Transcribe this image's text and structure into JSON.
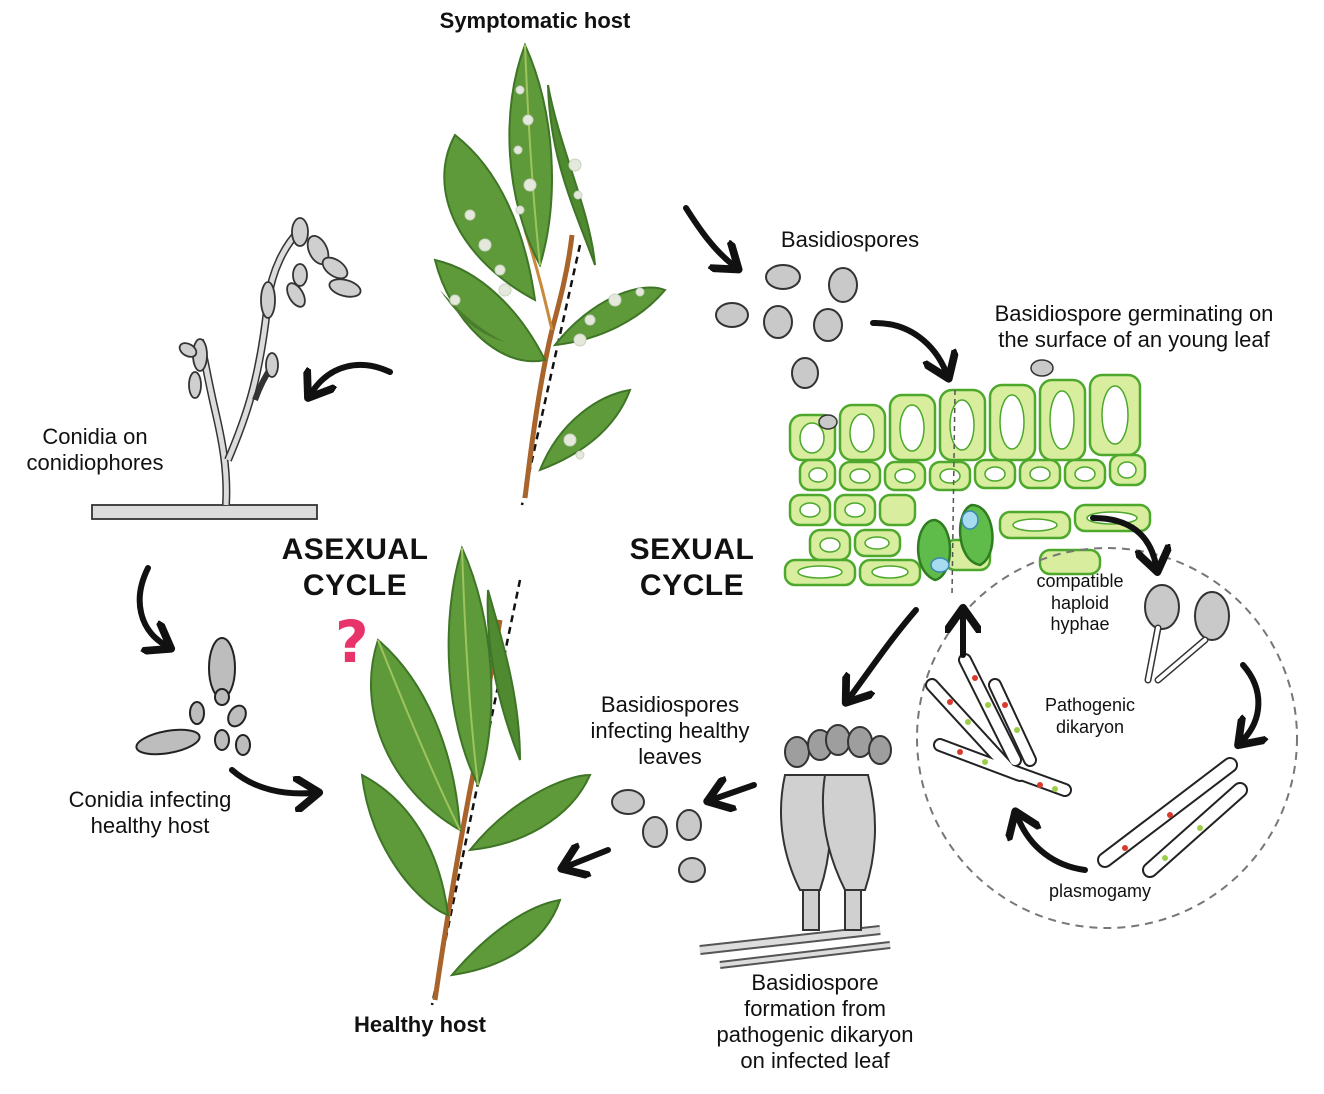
{
  "labels": {
    "symptomatic_host": "Symptomatic host",
    "healthy_host": "Healthy host",
    "conidia_on_conidiophores": [
      "Conidia on",
      "conidiophores"
    ],
    "conidia_infecting": [
      "Conidia infecting",
      "healthy host"
    ],
    "asexual_cycle": [
      "ASEXUAL",
      "CYCLE"
    ],
    "sexual_cycle": [
      "SEXUAL",
      "CYCLE"
    ],
    "question_mark": "?",
    "basidiospores": "Basidiospores",
    "germinating": [
      "Basidiospore germinating on",
      "the surface of an young leaf"
    ],
    "compatible_hyphae": [
      "compatible",
      "haploid",
      "hyphae"
    ],
    "pathogenic_dikaryon": [
      "Pathogenic",
      "dikaryon"
    ],
    "plasmogamy": "plasmogamy",
    "infecting_healthy_leaves": [
      "Basidiospores",
      "infecting healthy",
      "leaves"
    ],
    "basidiospore_formation": [
      "Basidiospore",
      "formation from",
      "pathogenic dikaryon",
      "on infected leaf"
    ]
  },
  "colors": {
    "leaf_green": "#5e9a3a",
    "leaf_dark": "#3f7526",
    "leaf_mid": "#7cb24a",
    "stem_brown": "#a8642a",
    "lesion": "#e4e9dc",
    "cell_fill": "#d8ee9e",
    "cell_wall": "#4da82c",
    "spore_grey": "#c9c9c9",
    "question_pink": "#e8336b",
    "nucleus_red": "#d93a2b",
    "nucleus_green": "#9ccc4a"
  }
}
